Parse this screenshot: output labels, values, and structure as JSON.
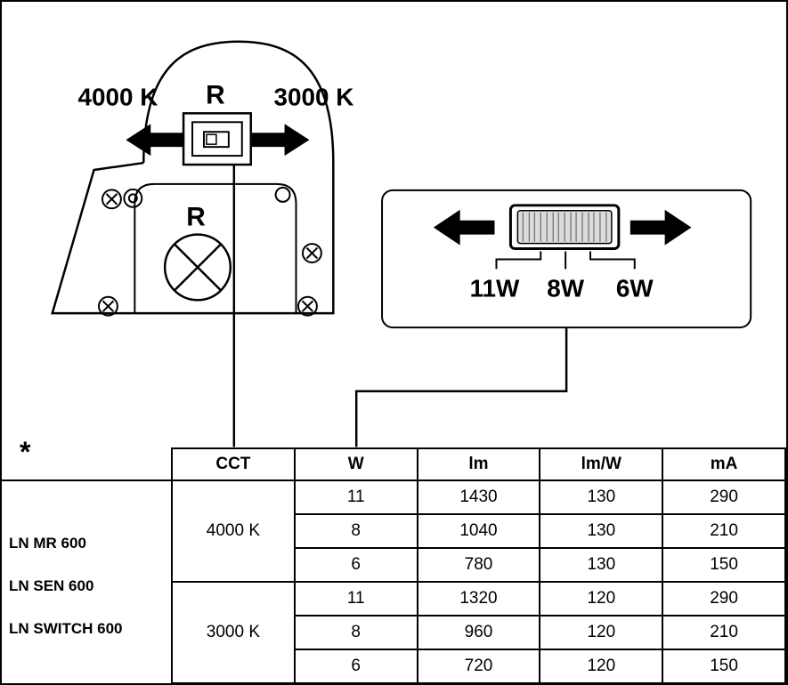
{
  "colors": {
    "ink": "#000000",
    "paper": "#ffffff",
    "knob_fill": "#dcdcdc"
  },
  "fixture_diagram": {
    "cct_left_label": "4000 K",
    "cct_switch_label": "R",
    "cct_right_label": "3000 K",
    "body_label": "R"
  },
  "power_diagram": {
    "position_labels": [
      "11W",
      "8W",
      "6W"
    ]
  },
  "footnote_marker": "*",
  "product_names": [
    "LN MR 600",
    "LN SEN 600",
    "LN SWITCH 600"
  ],
  "spec_table": {
    "headers": [
      "CCT",
      "W",
      "lm",
      "lm/W",
      "mA"
    ],
    "groups": [
      {
        "cct": "4000 K",
        "rows": [
          [
            "11",
            "1430",
            "130",
            "290"
          ],
          [
            "8",
            "1040",
            "130",
            "210"
          ],
          [
            "6",
            "780",
            "130",
            "150"
          ]
        ]
      },
      {
        "cct": "3000 K",
        "rows": [
          [
            "11",
            "1320",
            "120",
            "290"
          ],
          [
            "8",
            "960",
            "120",
            "210"
          ],
          [
            "6",
            "720",
            "120",
            "150"
          ]
        ]
      }
    ]
  }
}
